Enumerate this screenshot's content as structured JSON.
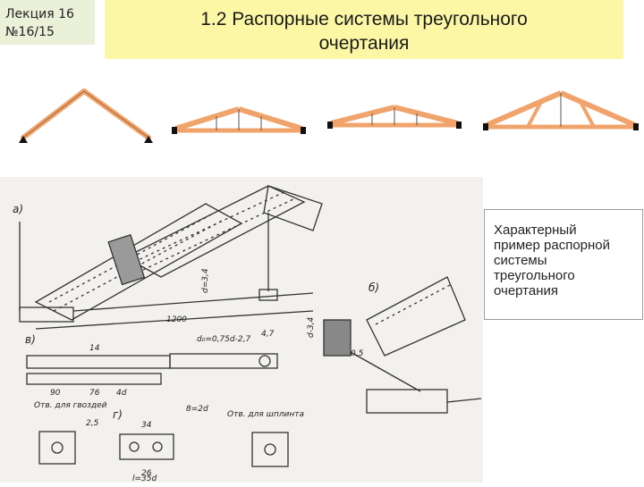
{
  "header": {
    "lecture_line1": "Лекция 16",
    "lecture_line2": "№16/15",
    "title_line1": "1.2 Распорные системы треугольного",
    "title_line2": "очертания"
  },
  "caption": {
    "lines": [
      "Характерный",
      "пример распорной",
      "системы",
      "треугольного",
      "очертания"
    ]
  },
  "drawing": {
    "labels": {
      "a": "a)",
      "b": "б)",
      "v": "в)",
      "g": "г)",
      "span": "1200",
      "dim_d": "d=3,4",
      "dim_d2": "d-3,4",
      "dim_75": "d₀=0,75d-2,7",
      "dim_47": "4,7",
      "dim_14": "14",
      "dim_76": "76",
      "dim_4d": "4d",
      "dim_90": "90",
      "dim_25": "2,5",
      "dim_34": "34",
      "dim_26": "26",
      "dim_2d": "8=2d",
      "note_bolt": "Отв. для гвоздей",
      "note_bolt2": "Отв. для шплинта",
      "dim_05": "0,5",
      "dim_35d": "l=35d"
    }
  },
  "colors": {
    "lecture_bg": "#ebf0d8",
    "title_bg": "#fbf7a5",
    "beam": "#f0a46c",
    "drawing_bg": "#f3f1ee"
  }
}
